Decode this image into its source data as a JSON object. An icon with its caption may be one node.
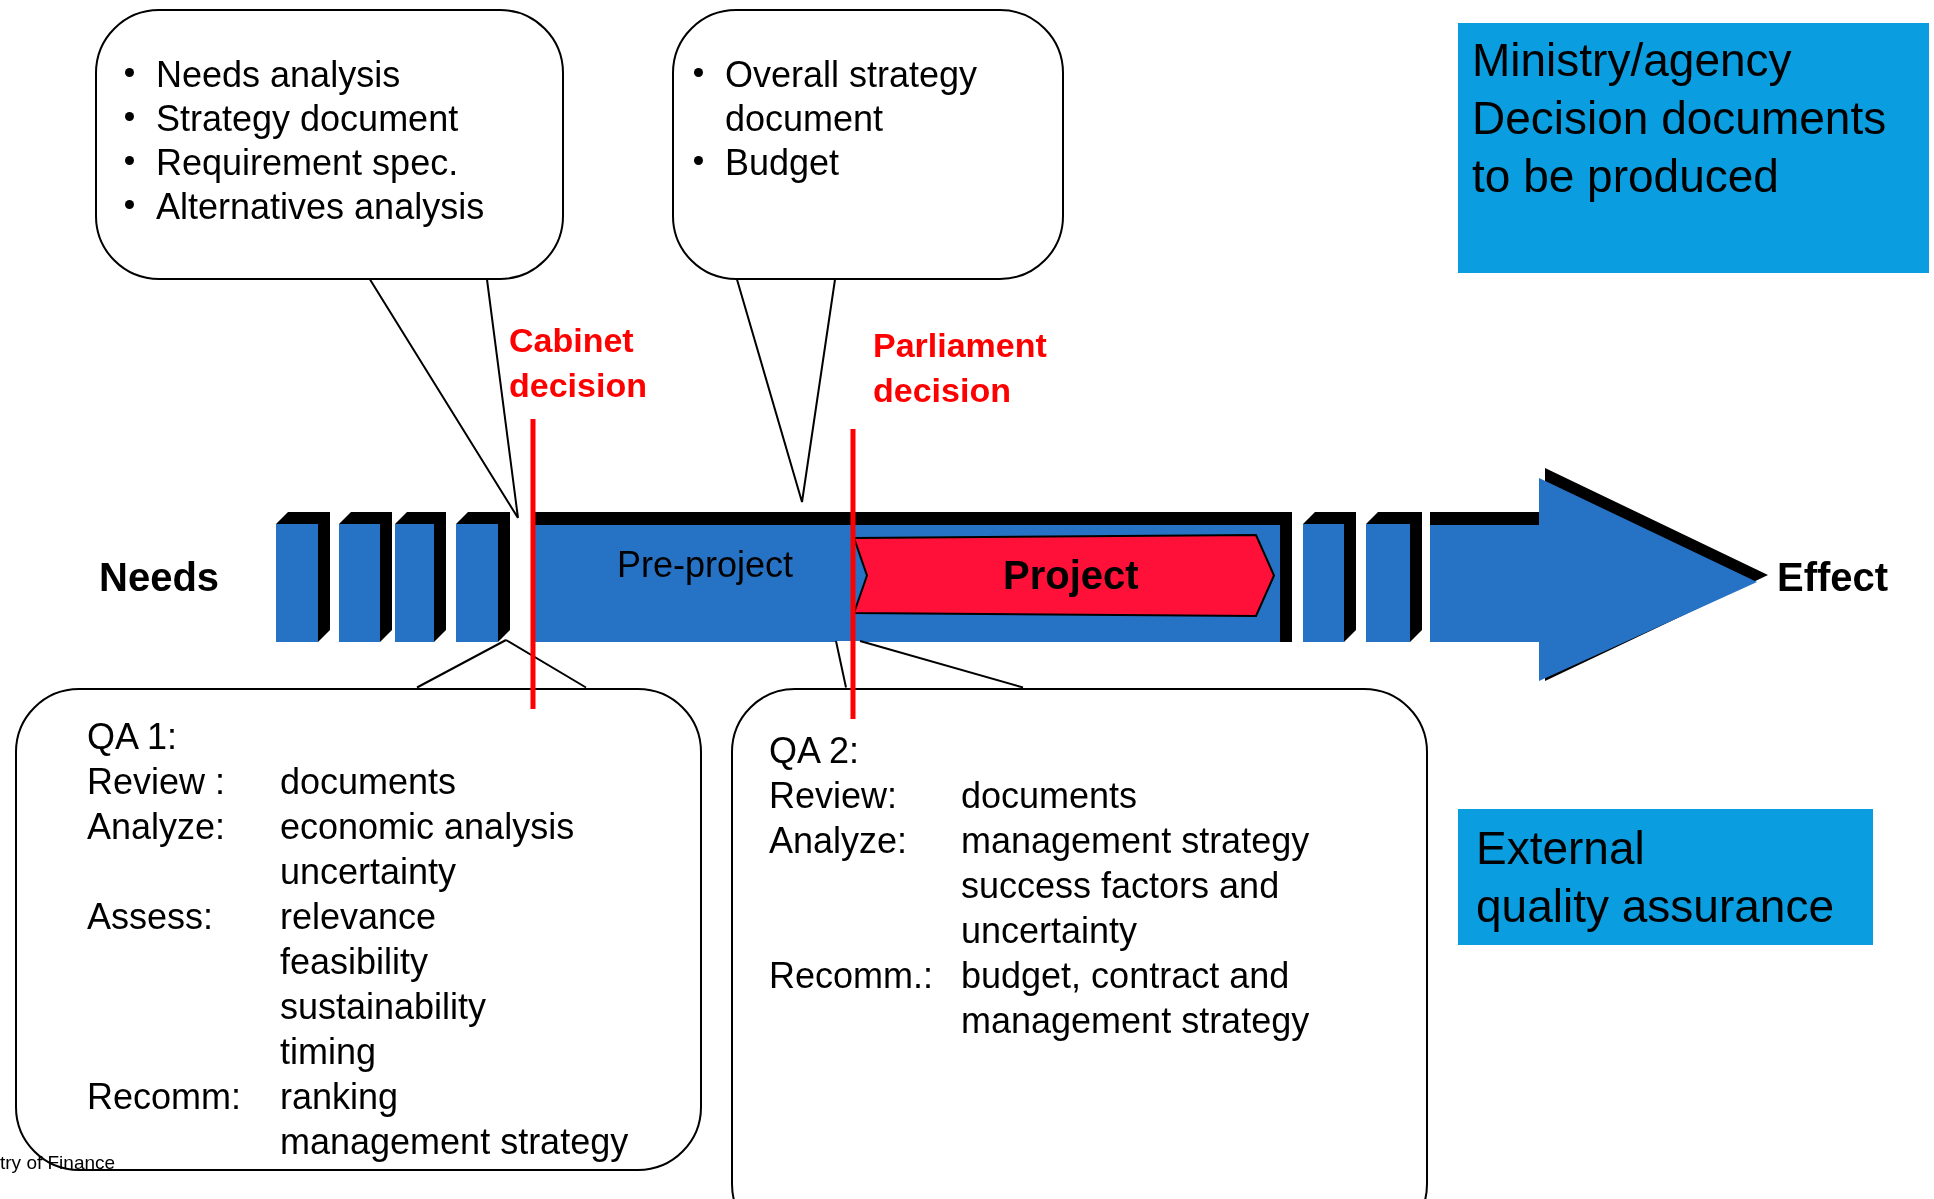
{
  "diagram": {
    "nodes": [
      {
        "text": [
          "Needs analysis",
          "Strategy document",
          "Requirement spec.",
          "Alternatives analysis"
        ]
      },
      {
        "text": [
          "Overall strategy document",
          "Budget"
        ]
      },
      {
        "text": [
          "Ministry/agency Decision documents to be produced"
        ]
      },
      {
        "text": [
          "Pre-project"
        ]
      },
      {
        "text": [
          "Project"
        ],
        "in": 3
      },
      {
        "text": [
          "QA 1:",
          "Review :",
          "documents",
          "Analyze:",
          "economic analysis",
          "uncertainty",
          "Assess:",
          "relevance",
          "feasibility",
          "sustainability",
          "timing",
          "Recomm:",
          "ranking",
          "management strategy"
        ]
      },
      {
        "text": [
          "QA 2:",
          "Review:",
          "documents",
          "Analyze:",
          "management strategy",
          "success factors and",
          "uncertainty",
          "Recomm.:",
          "budget, contract and",
          "management strategy"
        ]
      },
      {
        "text": [
          "External",
          "quality assurance"
        ]
      }
    ],
    "labels": [
      "Cabinet decision",
      "Parliament decision",
      "Needs",
      "Effect",
      "try of Finance"
    ]
  }
}
